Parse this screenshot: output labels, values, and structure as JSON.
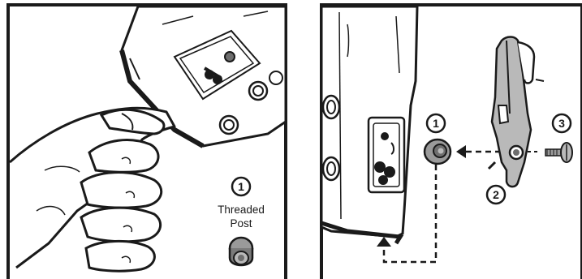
{
  "left_panel": {
    "callout_number": "1",
    "callout_label_line1": "Threaded",
    "callout_label_line2": "Post",
    "icons": [
      "hand-icon",
      "holster-shell-icon",
      "threaded-post-icon"
    ]
  },
  "right_panel": {
    "callout_1": "1",
    "callout_2": "2",
    "callout_3": "3",
    "icons": [
      "holster-shell-icon",
      "threaded-post-icon",
      "belt-clip-icon",
      "screw-icon",
      "direction-arrow-icon"
    ]
  },
  "colors": {
    "frame": "#1a1a1a",
    "shell": "#ffffff",
    "metal_light": "#b9b9b9",
    "metal_dark": "#6e6e6e",
    "background": "#ffffff"
  }
}
